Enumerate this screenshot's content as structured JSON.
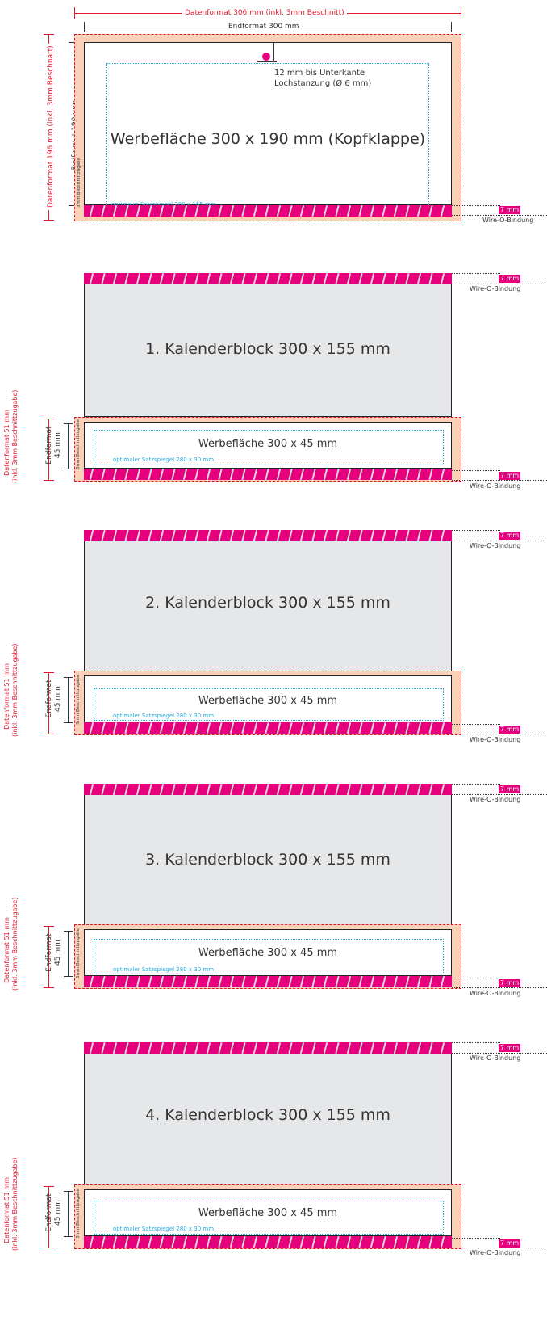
{
  "top": {
    "datenformat_width": "Datenformat 306 mm (inkl. 3mm Beschnitt)",
    "endformat_width": "Endformat 300 mm",
    "datenformat_height": "Datenformat 196 mm (inkl. 3mm Beschnatt)",
    "endformat_height": "Endformat 190 mm",
    "beschnitt_label": "3mm Beschnittzugabe",
    "hole_note_line1": "12 mm bis Unterkante",
    "hole_note_line2": "Lochstanzung (Ø 6 mm)",
    "main_title": "Werbefläche 300 x 190 mm (Kopfklappe)",
    "safe_area": "optimaler Satzspiegel 280 x 165 mm",
    "mm7": "7 mm",
    "wire": "Wire-O-Bindung"
  },
  "blocks": [
    {
      "title": "1. Kalenderblock 300 x 155 mm",
      "ad_title": "Werbefläche 300 x 45 mm",
      "safe_area": "optimaler Satzspiegel 280 x 30 mm",
      "daten_line1": "Datenformat 51 mm",
      "daten_line2": "(inkl. 3mm Beschnittzugabe)",
      "end_line1": "Endformat",
      "end_line2": "45 mm",
      "beschnitt": "3mm Beschnittzugabe",
      "mm7_top": "7 mm",
      "wire_top": "Wire-O-Bindung",
      "mm7_bottom": "7 mm",
      "wire_bottom": "Wire-O-Bindung"
    },
    {
      "title": "2. Kalenderblock 300 x 155 mm",
      "ad_title": "Werbefläche 300 x 45 mm",
      "safe_area": "optimaler Satzspiegel 280 x 30 mm",
      "daten_line1": "Datenformat 51 mm",
      "daten_line2": "(inkl. 3mm Beschnittzugabe)",
      "end_line1": "Endformat",
      "end_line2": "45 mm",
      "beschnitt": "3mm Beschnittzugabe",
      "mm7_top": "7 mm",
      "wire_top": "Wire-O-Bindung",
      "mm7_bottom": "7 mm",
      "wire_bottom": "Wire-O-Bindung"
    },
    {
      "title": "3. Kalenderblock 300 x 155 mm",
      "ad_title": "Werbefläche 300 x 45 mm",
      "safe_area": "optimaler Satzspiegel 280 x 30 mm",
      "daten_line1": "Datenformat 51 mm",
      "daten_line2": "(inkl. 3mm Beschnittzugabe)",
      "end_line1": "Endformat",
      "end_line2": "45 mm",
      "beschnitt": "3mm Beschnittzugabe",
      "mm7_top": "7 mm",
      "wire_top": "Wire-O-Bindung",
      "mm7_bottom": "7 mm",
      "wire_bottom": "Wire-O-Bindung"
    },
    {
      "title": "4. Kalenderblock 300 x 155 mm",
      "ad_title": "Werbefläche 300 x 45 mm",
      "safe_area": "optimaler Satzspiegel 280 x 30 mm",
      "daten_line1": "Datenformat 51 mm",
      "daten_line2": "(inkl. 3mm Beschnittzugabe)",
      "end_line1": "Endformat",
      "end_line2": "45 mm",
      "beschnitt": "3mm Beschnittzugabe",
      "mm7_top": "7 mm",
      "wire_top": "Wire-O-Bindung",
      "mm7_bottom": "7 mm",
      "wire_bottom": "Wire-O-Bindung"
    }
  ],
  "colors": {
    "bleed_fill": "#fbd0b9",
    "dimension_red": "#e2182d",
    "wire_magenta": "#e6007e",
    "safe_blue": "#27a9e1",
    "block_gray": "#e6e7e9"
  }
}
